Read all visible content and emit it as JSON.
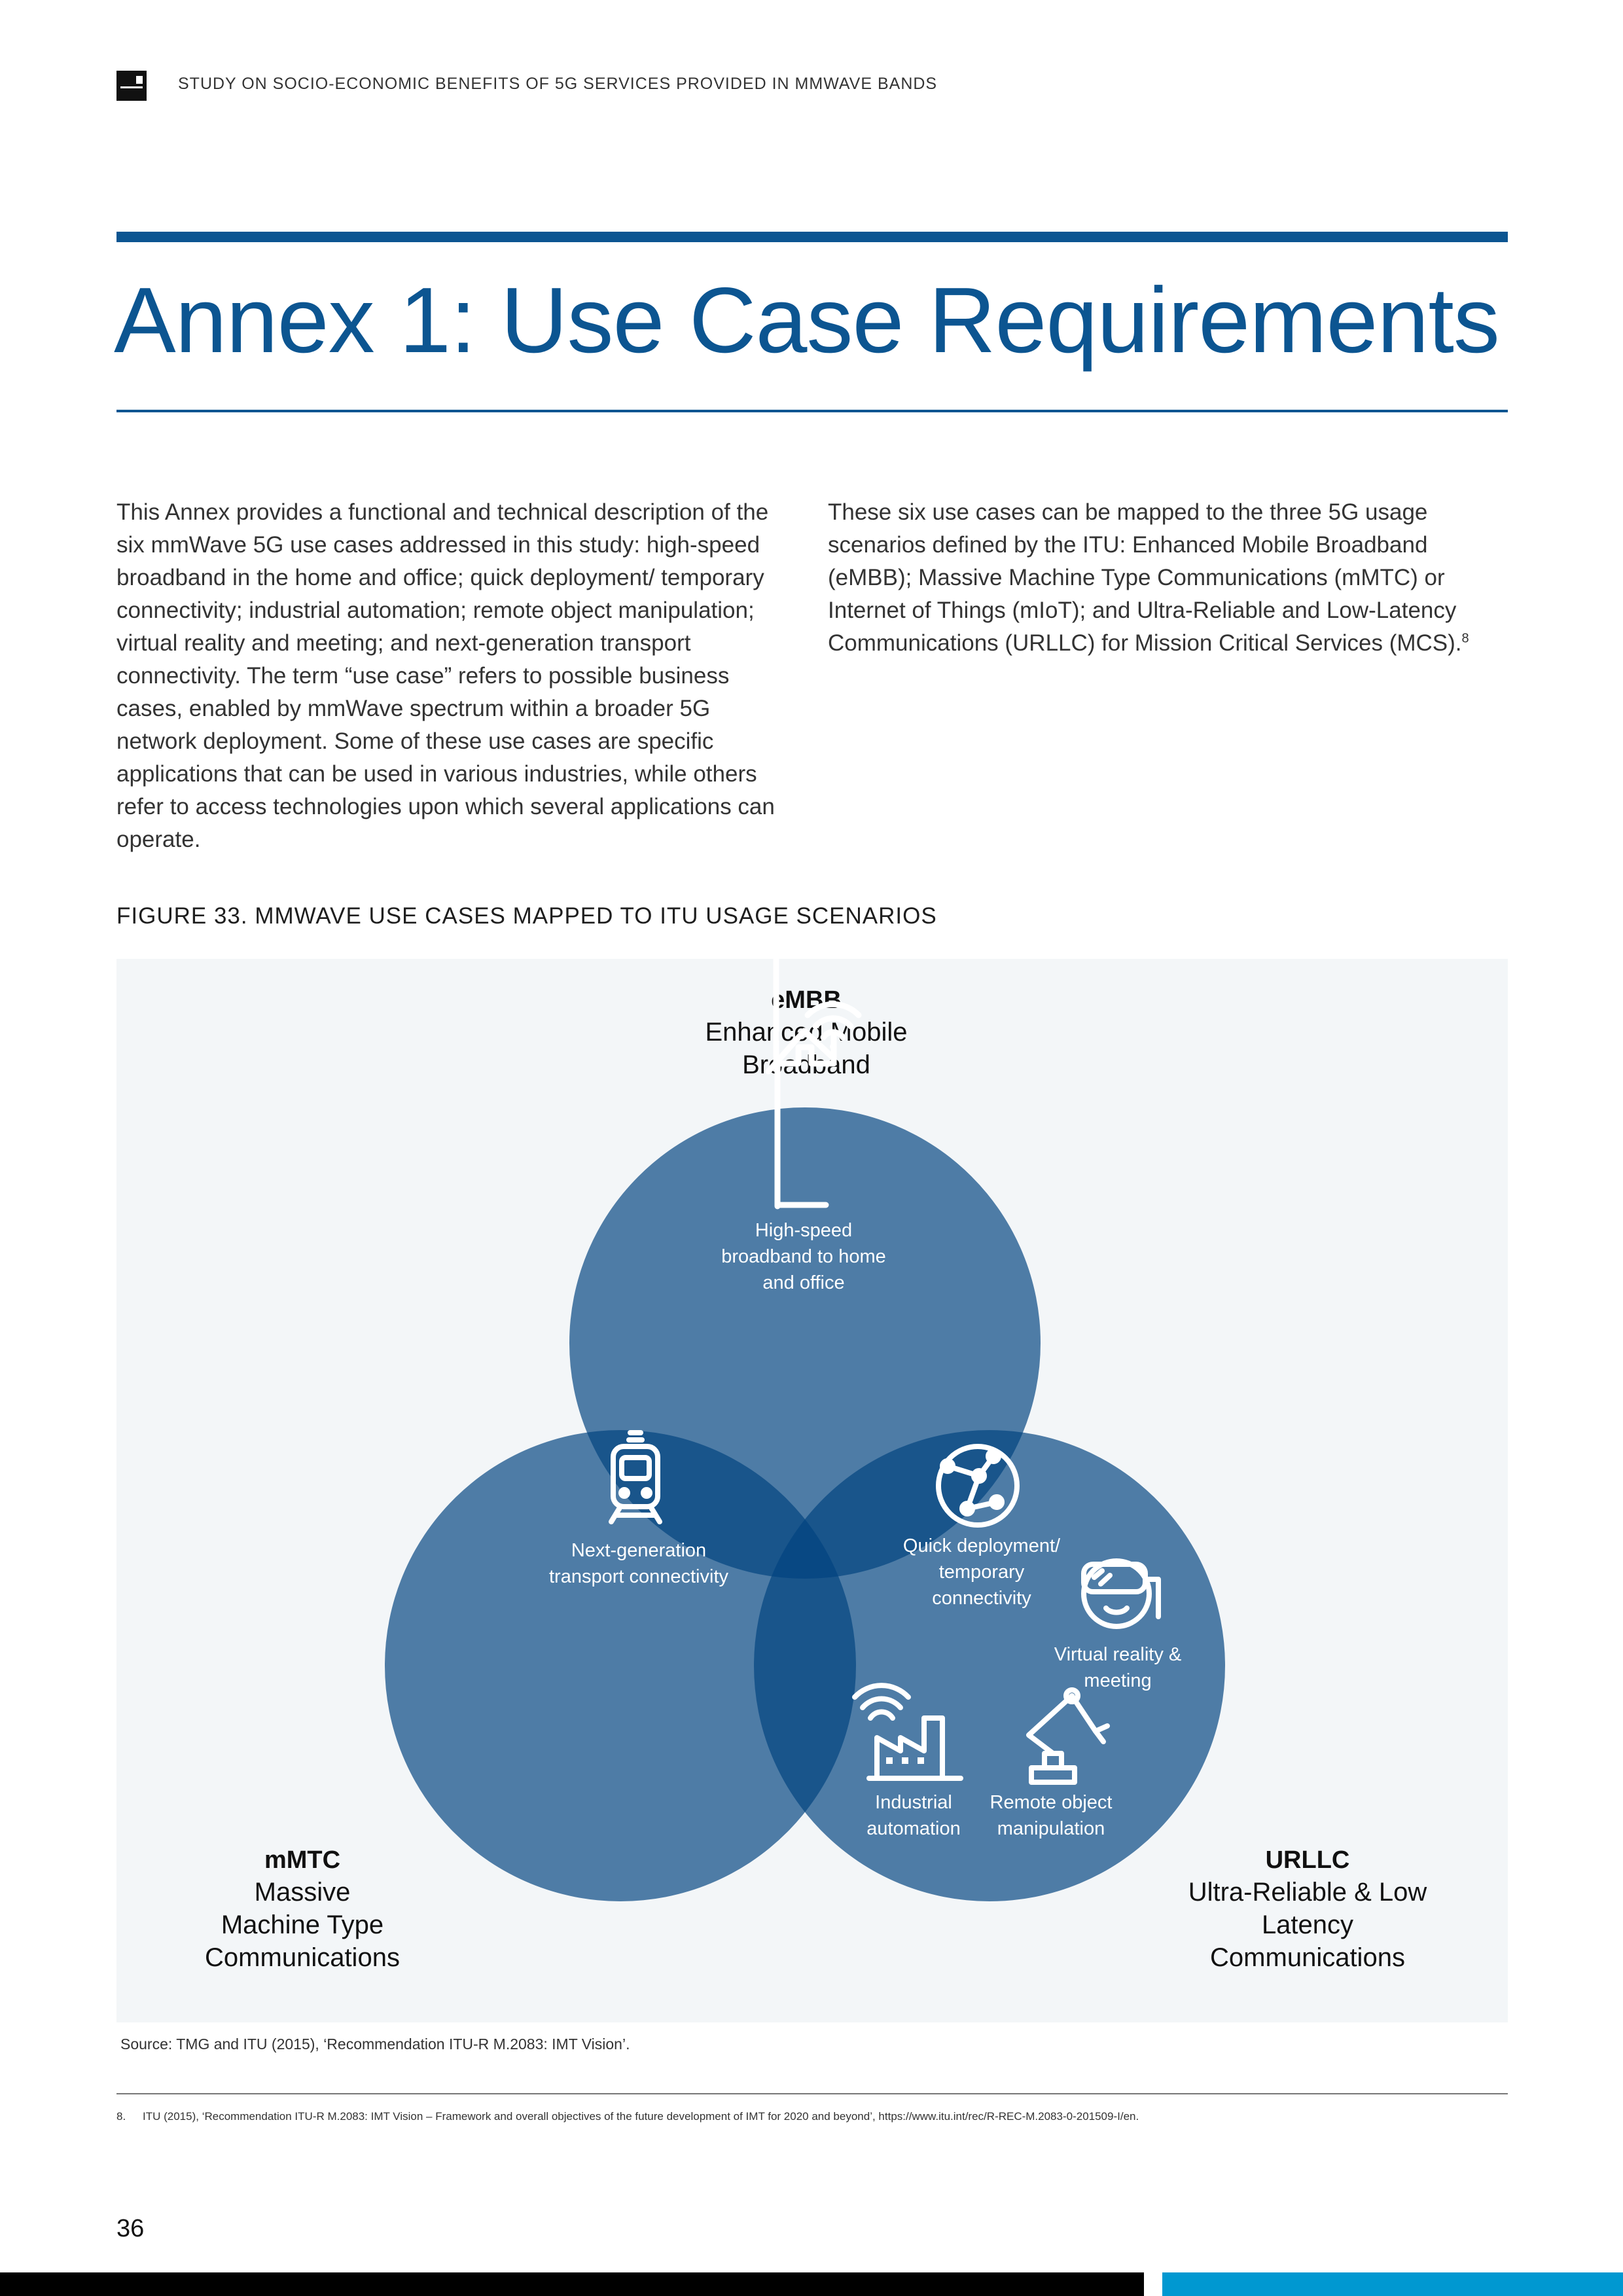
{
  "header": {
    "running_title": "STUDY ON SOCIO-ECONOMIC BENEFITS OF 5G SERVICES PROVIDED IN MMWAVE BANDS"
  },
  "title": "Annex 1: Use Case Requirements",
  "body": {
    "left": "This Annex provides a functional and technical description of the six mmWave 5G use cases addressed in this study: high-speed broadband in the home and office; quick deployment/ temporary connectivity; industrial automation; remote object manipulation; virtual reality and meeting; and next-generation transport connectivity. The term “use case” refers to possible business cases, enabled by mmWave spectrum within a broader 5G network deployment. Some of these use cases are specific applications that can be used in various industries, while others refer to access technologies upon which several applications can operate.",
    "right": "These six use cases can be mapped to the three 5G usage scenarios defined by the ITU: Enhanced Mobile Broadband (eMBB); Massive Machine Type Communications (mMTC) or Internet of Things (mIoT); and Ultra-Reliable and Low-Latency Communications (URLLC) for Mission Critical Services (MCS).",
    "right_ref": "8"
  },
  "figure": {
    "caption": "FIGURE 33. MMWAVE USE CASES MAPPED TO ITU USAGE SCENARIOS",
    "circle_color": "#00427f",
    "scenarios": {
      "embb": {
        "abbr": "eMBB",
        "name": [
          "Enhanced Mobile",
          "Broadband"
        ]
      },
      "mmtc": {
        "abbr": "mMTC",
        "name": [
          "Massive",
          "Machine Type",
          "Communications"
        ]
      },
      "urllc": {
        "abbr": "URLLC",
        "name": [
          "Ultra-Reliable & Low",
          "Latency",
          "Communications"
        ]
      }
    },
    "use_cases": {
      "broadband": {
        "icon": "house-wifi-icon",
        "label": [
          "High-speed",
          "broadband to home",
          "and office"
        ]
      },
      "transport": {
        "icon": "train-icon",
        "label": [
          "Next-generation",
          "transport connectivity"
        ]
      },
      "quick": {
        "icon": "network-globe-icon",
        "label": [
          "Quick deployment/",
          "temporary",
          "connectivity"
        ]
      },
      "vr": {
        "icon": "vr-headset-icon",
        "label": [
          "Virtual reality &",
          "meeting"
        ]
      },
      "industrial": {
        "icon": "factory-wifi-icon",
        "label": [
          "Industrial",
          "automation"
        ]
      },
      "remote": {
        "icon": "robot-arm-icon",
        "label": [
          "Remote object",
          "manipulation"
        ]
      }
    }
  },
  "source": "Source: TMG and ITU (2015), ‘Recommendation ITU-R M.2083: IMT Vision’.",
  "footnote": {
    "number": "8.",
    "text": "ITU (2015), ‘Recommendation ITU-R M.2083: IMT Vision – Framework and overall objectives of the future development of IMT for 2020 and beyond’, https://www.itu.int/rec/R-REC-M.2083-0-201509-I/en."
  },
  "page_number": "36"
}
